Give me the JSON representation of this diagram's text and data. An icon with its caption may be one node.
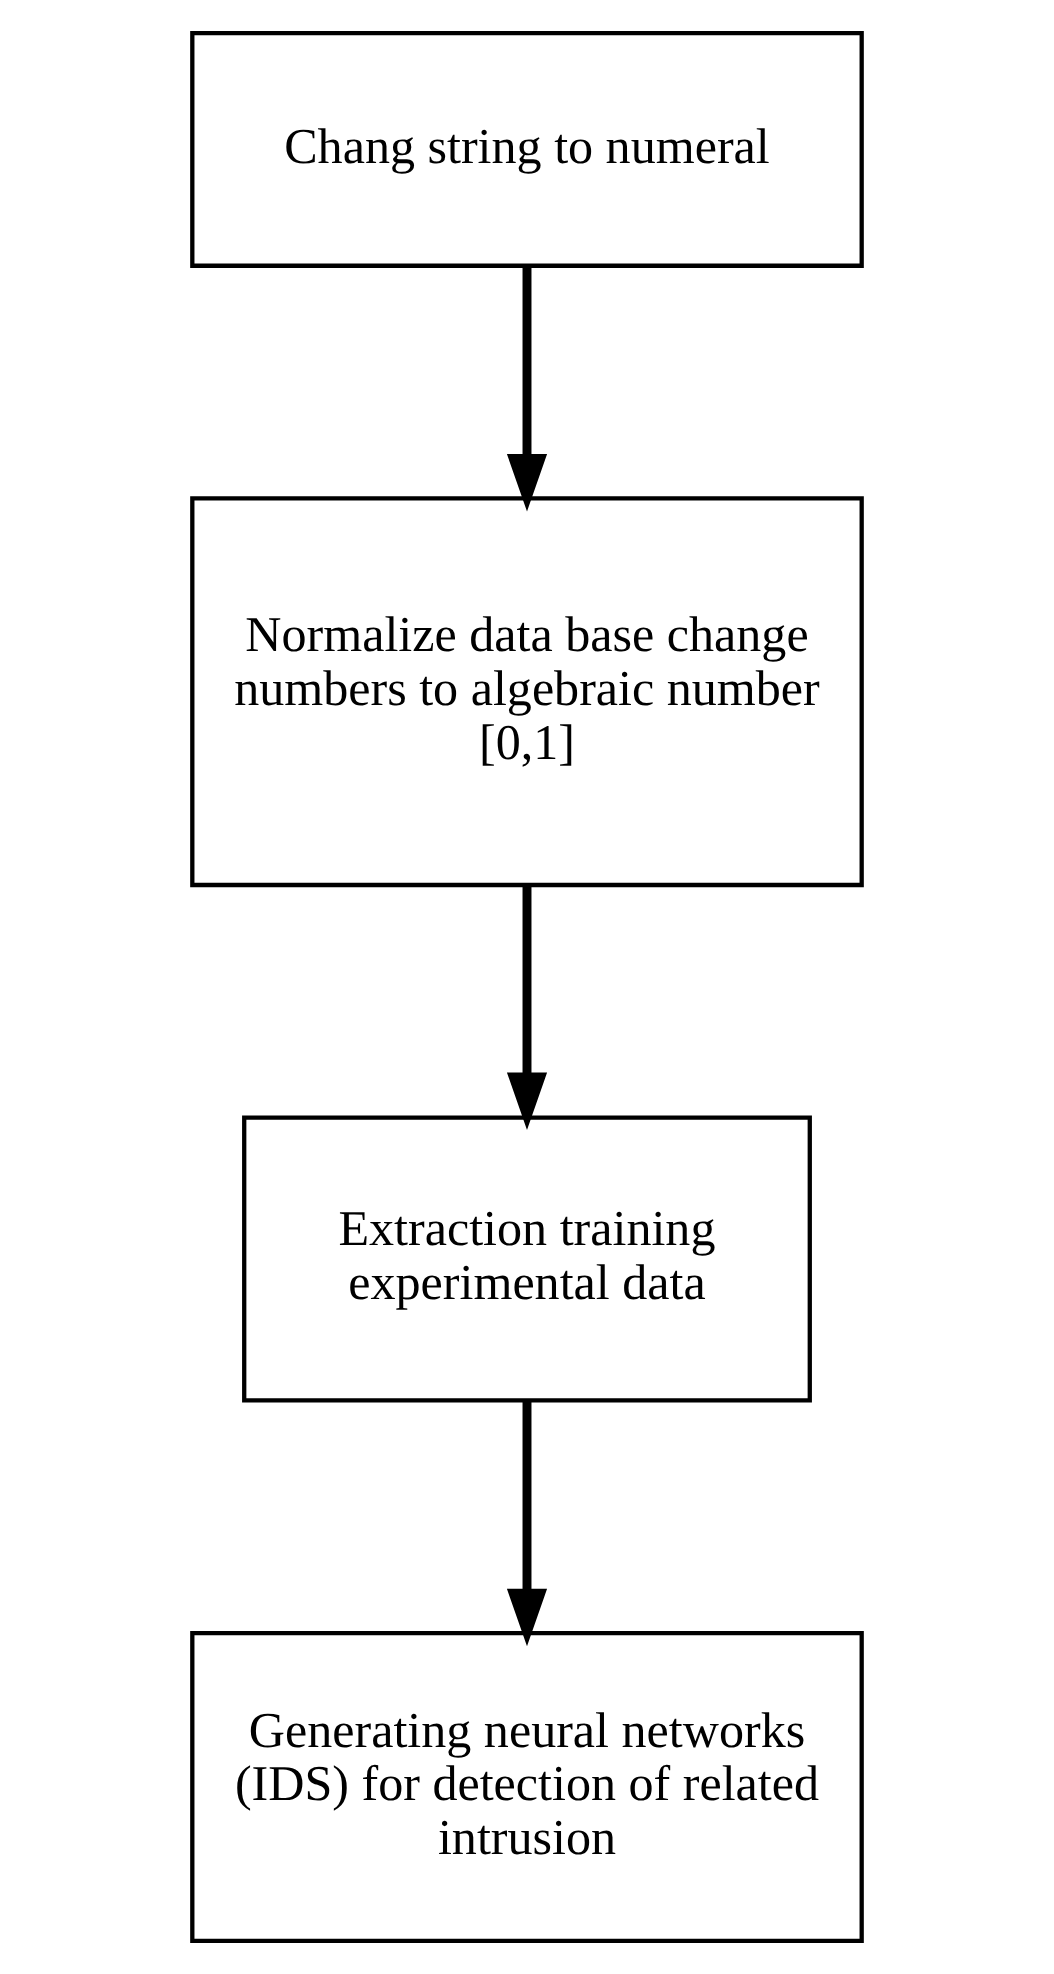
{
  "diagram": {
    "nodes": [
      {
        "text": [
          "Chang string to numeral"
        ]
      },
      {
        "text": [
          "Normalize data base change numbers to algebraic number [0,1]"
        ]
      },
      {
        "text": [
          "Extraction training experimental data"
        ]
      },
      {
        "text": [
          "Generating neural networks (IDS) for detection of related intrusion"
        ]
      }
    ],
    "edges": [
      {
        "from": 0,
        "to": 1,
        "arrow": "to"
      },
      {
        "from": 1,
        "to": 2,
        "arrow": "to"
      },
      {
        "from": 2,
        "to": 3,
        "arrow": "to"
      }
    ]
  }
}
